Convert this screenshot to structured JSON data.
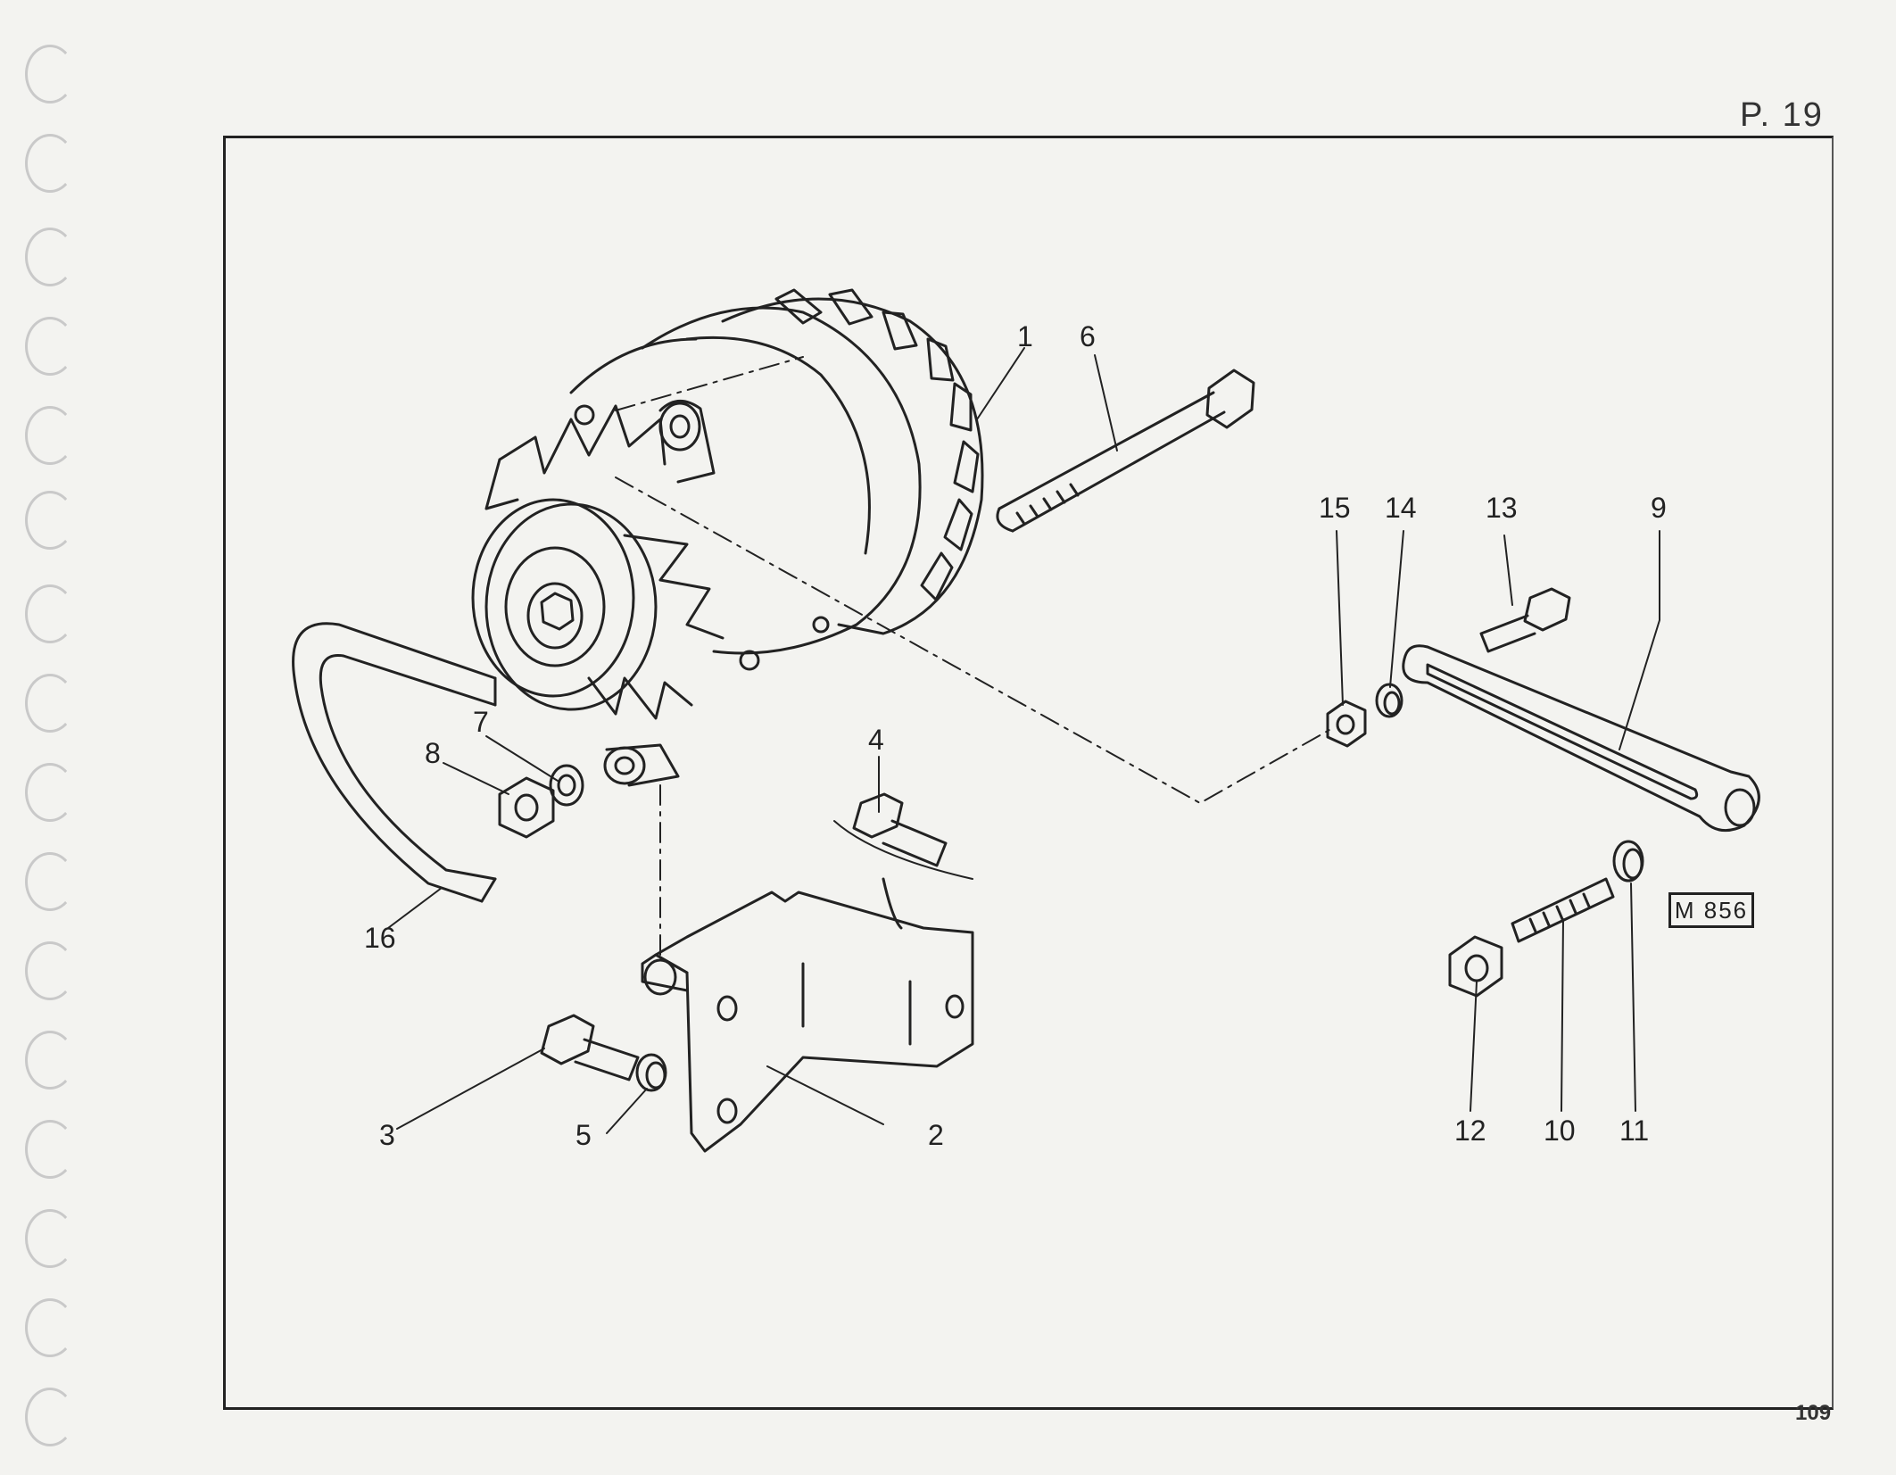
{
  "header": {
    "page_label": "P. 19"
  },
  "footer": {
    "page_number": "109"
  },
  "drawing_code": "M 856",
  "callouts": {
    "c1": "1",
    "c2": "2",
    "c3": "3",
    "c4": "4",
    "c5": "5",
    "c6": "6",
    "c7": "7",
    "c8": "8",
    "c9": "9",
    "c10": "10",
    "c11": "11",
    "c12": "12",
    "c13": "13",
    "c14": "14",
    "c15": "15",
    "c16": "16"
  }
}
